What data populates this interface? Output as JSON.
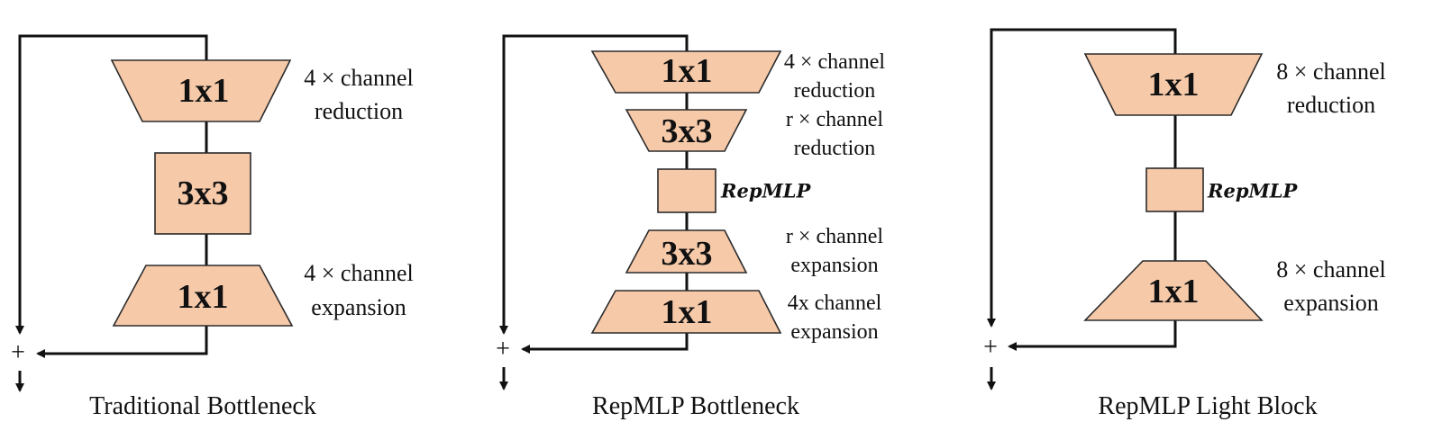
{
  "diagrams": [
    {
      "caption": "Traditional Bottleneck",
      "plus": "+",
      "blocks": [
        {
          "label": "1x1",
          "note": [
            "4 × channel",
            "reduction"
          ]
        },
        {
          "label": "3x3"
        },
        {
          "label": "1x1",
          "note": [
            "4 × channel",
            "expansion"
          ]
        }
      ]
    },
    {
      "caption": "RepMLP Bottleneck",
      "plus": "+",
      "blocks": [
        {
          "label": "1x1",
          "note": [
            "4 × channel",
            "reduction"
          ]
        },
        {
          "label": "3x3",
          "note": [
            "r × channel",
            "reduction"
          ]
        },
        {
          "label": "RepMLP"
        },
        {
          "label": "3x3",
          "note": [
            "r × channel",
            "expansion"
          ]
        },
        {
          "label": "1x1",
          "note": [
            "4x channel",
            "expansion"
          ]
        }
      ]
    },
    {
      "caption": "RepMLP Light Block",
      "plus": "+",
      "blocks": [
        {
          "label": "1x1",
          "note": [
            "8 × channel",
            "reduction"
          ]
        },
        {
          "label": "RepMLP"
        },
        {
          "label": "1x1",
          "note": [
            "8 × channel",
            "expansion"
          ]
        }
      ]
    }
  ],
  "colors": {
    "block_fill": "#f6c9a9",
    "line": "#111111"
  }
}
